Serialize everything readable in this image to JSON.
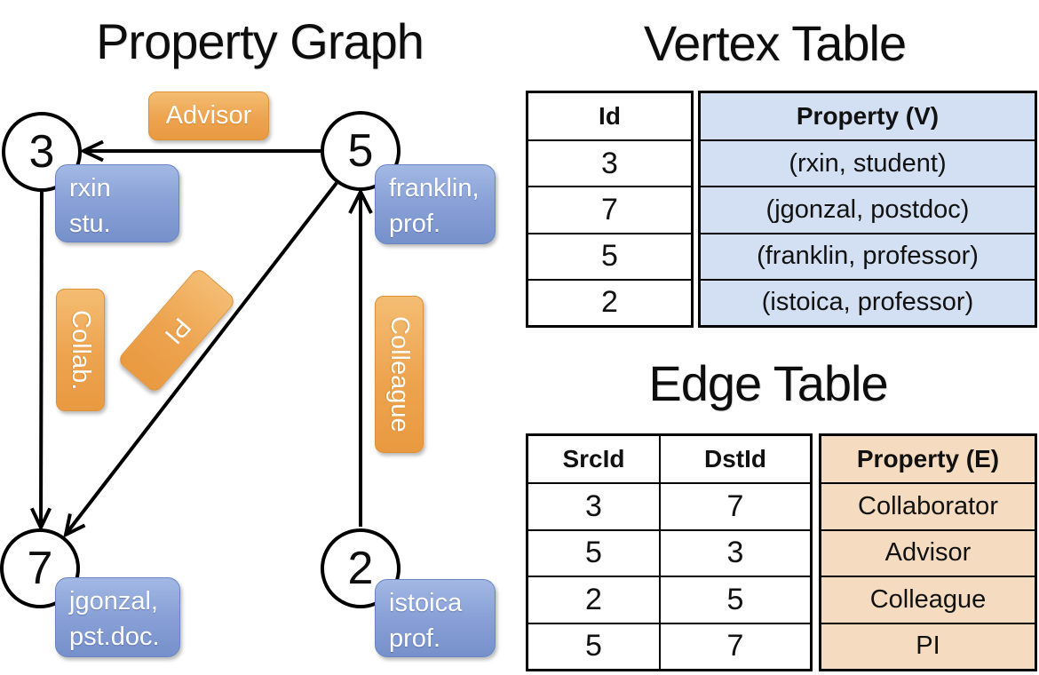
{
  "graph": {
    "title": "Property Graph",
    "nodes": [
      {
        "id": "3",
        "property_lines": [
          "rxin",
          "stu."
        ]
      },
      {
        "id": "5",
        "property_lines": [
          "franklin,",
          "prof."
        ]
      },
      {
        "id": "7",
        "property_lines": [
          "jgonzal,",
          "pst.doc."
        ]
      },
      {
        "id": "2",
        "property_lines": [
          "istoica",
          "prof."
        ]
      }
    ],
    "edges": [
      {
        "label": "Advisor",
        "from": "5",
        "to": "3"
      },
      {
        "label": "Collab.",
        "from": "3",
        "to": "7"
      },
      {
        "label": "PI",
        "from": "5",
        "to": "7"
      },
      {
        "label": "Colleague",
        "from": "2",
        "to": "5"
      }
    ]
  },
  "vertex_table": {
    "title": "Vertex Table",
    "headers": {
      "id": "Id",
      "property": "Property (V)"
    },
    "rows": [
      {
        "id": "3",
        "property": "(rxin, student)"
      },
      {
        "id": "7",
        "property": "(jgonzal, postdoc)"
      },
      {
        "id": "5",
        "property": "(franklin, professor)"
      },
      {
        "id": "2",
        "property": "(istoica, professor)"
      }
    ]
  },
  "edge_table": {
    "title": "Edge Table",
    "headers": {
      "src": "SrcId",
      "dst": "DstId",
      "property": "Property (E)"
    },
    "rows": [
      {
        "src": "3",
        "dst": "7",
        "property": "Collaborator"
      },
      {
        "src": "5",
        "dst": "3",
        "property": "Advisor"
      },
      {
        "src": "2",
        "dst": "5",
        "property": "Colleague"
      },
      {
        "src": "5",
        "dst": "7",
        "property": "PI"
      }
    ]
  },
  "colors": {
    "edge_label_orange_top": "#f4bd73",
    "edge_label_orange_bottom": "#e99a41",
    "vertex_box_blue_top": "#a3b8e4",
    "vertex_box_blue_bottom": "#7690cb",
    "vertex_table_fill": "#d3dff2",
    "edge_table_fill": "#f5dcc0",
    "line_black": "#000000"
  }
}
